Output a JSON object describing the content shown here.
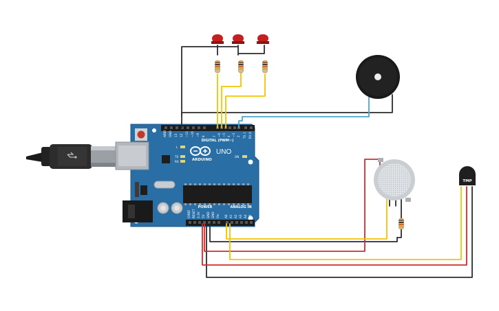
{
  "board": {
    "logo_text": "ARDUINO",
    "model": "UNO",
    "digital_header": "DIGITAL (PWM~)",
    "power_header": "POWER",
    "analog_header": "ANALOG IN",
    "led_l": "L",
    "led_tx": "TX",
    "led_rx": "RX",
    "led_on": "ON",
    "digital_pins": [
      "AREF",
      "GND",
      "13",
      "12",
      "~11",
      "~10",
      "~9",
      "8",
      "7",
      "~6",
      "~5",
      "4",
      "~3",
      "2",
      "TX 1",
      "RX 0"
    ],
    "power_pins": [
      "IOREF",
      "RESET",
      "3.3V",
      "5V",
      "GND",
      "GND",
      "Vin"
    ],
    "analog_pins": [
      "A0",
      "A1",
      "A2",
      "A3",
      "A4",
      "A5"
    ]
  },
  "sensor": {
    "label": "TMP"
  },
  "colors": {
    "board": "#2a6ea6",
    "wire_black": "#2b2b2b",
    "wire_red": "#d22b2b",
    "wire_yellow": "#f2c500",
    "wire_cyan": "#4aa8c8",
    "led_red": "#c61f1f"
  },
  "icons": [
    "usb-cable-icon",
    "piezo-buzzer-icon",
    "gas-sensor-icon",
    "temperature-sensor-icon",
    "led-icon",
    "resistor-icon"
  ]
}
